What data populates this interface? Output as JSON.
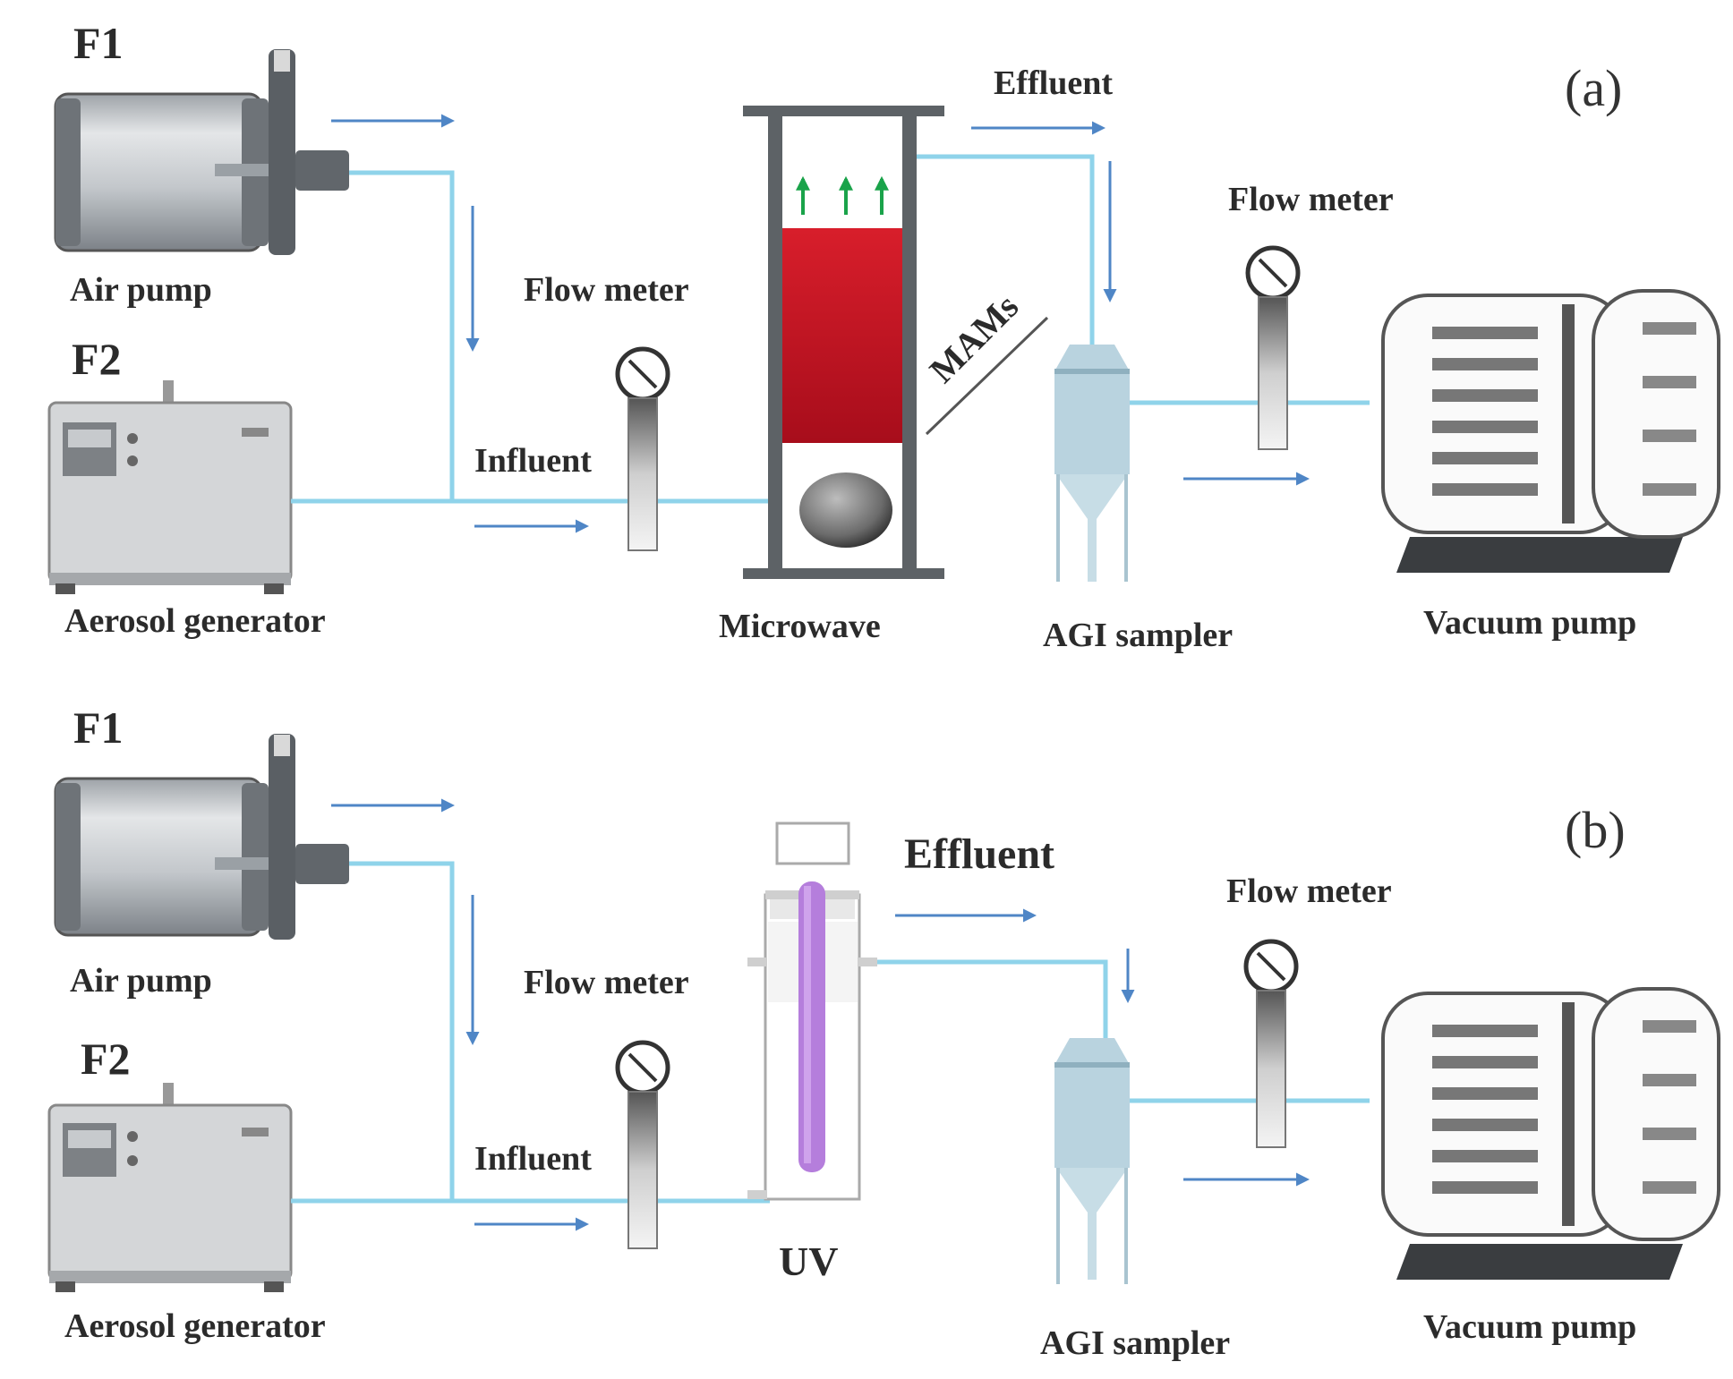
{
  "colors": {
    "pipe": "#8fd3ea",
    "flow_arrow": "#4f86c6",
    "heating_block": "#c8102e",
    "uv_lamp": "#b57edc",
    "green_arrow": "#1aa34a",
    "equipment_gray": "#c9ccd0"
  },
  "panel_a": {
    "tag": "(a)",
    "f1": "F1",
    "f2": "F2",
    "air_pump": "Air pump",
    "aerosol_generator": "Aerosol generator",
    "flow_meter_in": "Flow meter",
    "influent": "Influent",
    "mams": "MAMs",
    "microwave": "Microwave",
    "effluent": "Effluent",
    "flow_meter_out": "Flow meter",
    "agi_sampler": "AGI sampler",
    "vacuum_pump": "Vacuum pump"
  },
  "panel_b": {
    "tag": "(b)",
    "f1": "F1",
    "f2": "F2",
    "air_pump": "Air pump",
    "aerosol_generator": "Aerosol generator",
    "flow_meter_in": "Flow meter",
    "influent": "Influent",
    "uv": "UV",
    "effluent": "Effluent",
    "flow_meter_out": "Flow meter",
    "agi_sampler": "AGI sampler",
    "vacuum_pump": "Vacuum pump"
  }
}
